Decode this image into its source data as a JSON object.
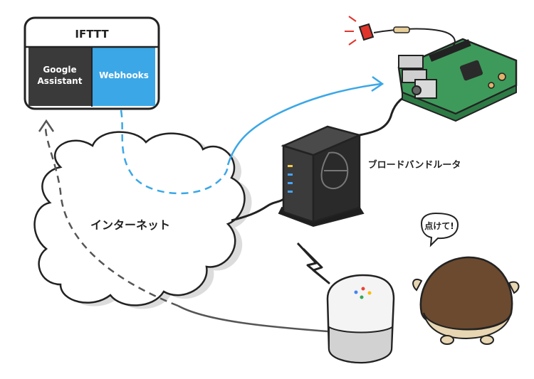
{
  "ifttt": {
    "title": "IFTTT",
    "left_panel": [
      "Google",
      "Assistant"
    ],
    "right_panel": "Webhooks"
  },
  "labels": {
    "internet": "インターネット",
    "router": "ブロードバンドルータ",
    "speech": "点けて!"
  },
  "colors": {
    "webhooks_blue": "#3ba7e6",
    "assistant_dark": "#3a3a3a",
    "cloud_shadow": "#d9d9d9",
    "router_body": "#2f2f2f",
    "board_green": "#3e9a5a",
    "led_red": "#e0352b",
    "chestnut_brown": "#6b4a2f",
    "chestnut_cream": "#e8d6b3"
  },
  "icons": [
    "ifttt-box",
    "cloud",
    "router",
    "raspberry-pi-board",
    "led",
    "smart-speaker",
    "chestnut-character",
    "wireless-bolt-icon"
  ]
}
